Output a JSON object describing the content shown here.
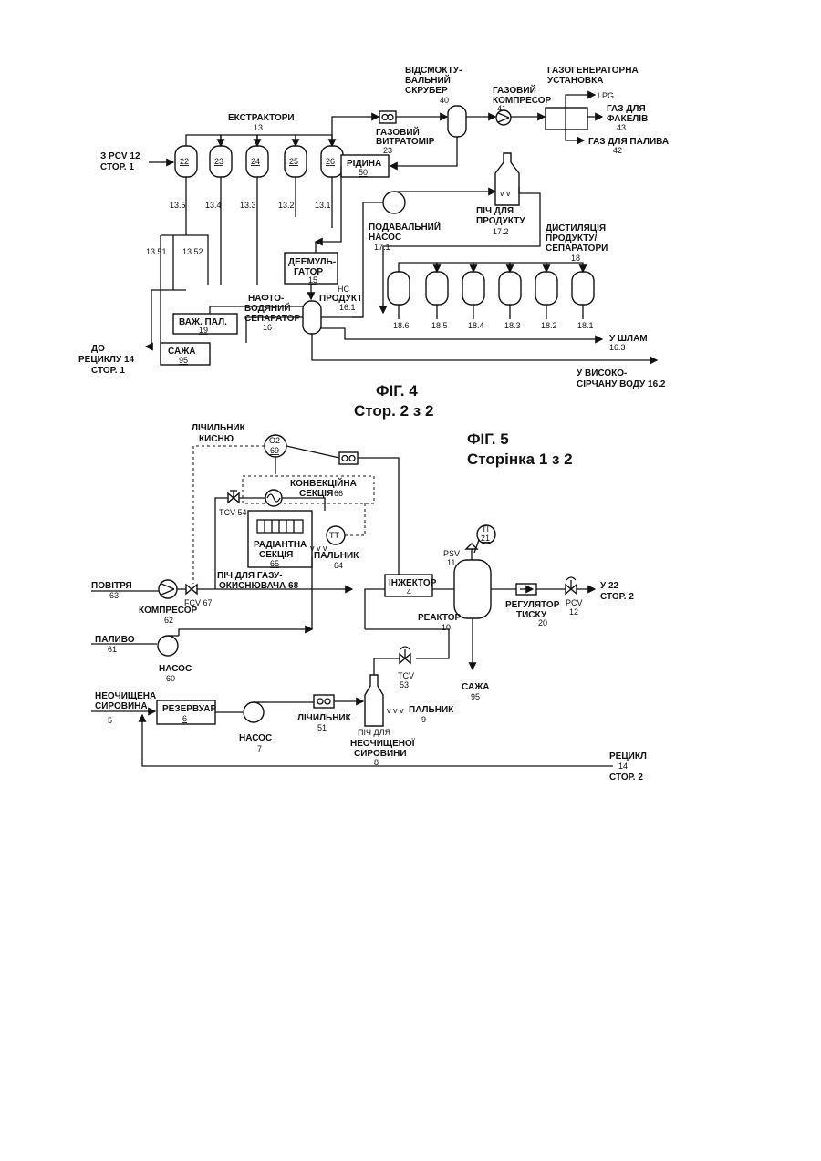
{
  "fig4": {
    "caption": "ФІГ. 4",
    "subcaption": "Стор. 2 з 2",
    "labels": {
      "from_pcv": "З PCV 12",
      "from_pcv_page": "СТОР. 1",
      "extractors": "ЕКСТРАКТОРИ",
      "extractors_num": "13",
      "scrubber1": "ВІДСМОКТУ-",
      "scrubber2": "ВАЛЬНИЙ",
      "scrubber3": "СКРУБЕР",
      "scrubber_num": "40",
      "gas_comp1": "ГАЗОВИЙ",
      "gas_comp2": "КОМПРЕСОР",
      "gas_comp_num": "41",
      "gasgen1": "ГАЗОГЕНЕРАТОРНА",
      "gasgen2": "УСТАНОВКА",
      "lpg": "LPG",
      "flare_gas": "ГАЗ ДЛЯ",
      "flare_gas2": "ФАКЕЛІВ",
      "flare_num": "43",
      "fuel_gas": "ГАЗ ДЛЯ ПАЛИВА",
      "fuel_num": "42",
      "gas_meter1": "ГАЗОВИЙ",
      "gas_meter2": "ВИТРАТОМІР",
      "gas_meter_num": "23",
      "liquid": "РІДИНА",
      "liquid_num": "50",
      "feed_pump1": "ПОДАВАЛЬНИЙ",
      "feed_pump2": "НАСОС",
      "feed_pump_num": "17.1",
      "product_furnace1": "ПІЧ ДЛЯ",
      "product_furnace2": "ПРОДУКТУ",
      "product_furnace_num": "17.2",
      "distill1": "ДИСТИЛЯЦІЯ",
      "distill2": "ПРОДУКТУ/",
      "distill3": "СЕПАРАТОРИ",
      "distill_num": "18",
      "demulsifier1": "ДЕЕМУЛЬ-",
      "demulsifier2": "ГАТОР",
      "demulsifier_num": "15",
      "hc": "НС",
      "product": "ПРОДУКТ",
      "product_num": "16.1",
      "sep1": "НАФТО-",
      "sep2": "ВОДЯНИЙ",
      "sep3": "СЕПАРАТОР",
      "sep_num": "16",
      "heavy_fuel": "ВАЖ. ПАЛ.",
      "heavy_fuel_num": "19",
      "soot": "САЖА",
      "soot_num": "95",
      "to_recycle1": "ДО",
      "to_recycle2": "РЕЦИКЛУ 14",
      "to_recycle3": "СТОР. 1",
      "to_sludge": "У ШЛАМ",
      "sludge_num": "16.3",
      "sour_water1": "У ВИСОКО-",
      "sour_water2": "СІРЧАНУ ВОДУ 16.2"
    },
    "extractors": [
      "22",
      "23",
      "24",
      "25",
      "26"
    ],
    "extractor_lines": [
      "13.5",
      "13.4",
      "13.3",
      "13.2",
      "13.1"
    ],
    "lines_low": [
      "13.51",
      "13.52"
    ],
    "separators": [
      "18.6",
      "18.5",
      "18.4",
      "18.3",
      "18.2",
      "18.1"
    ]
  },
  "fig5": {
    "caption": "ФІГ. 5",
    "subcaption": "Сторінка 1 з 2",
    "labels": {
      "oxygen_meter1": "ЛІЧИЛЬНИК",
      "oxygen_meter2": "КИСНЮ",
      "o2": "O2",
      "o2_num": "69",
      "convection1": "КОНВЕКЦІЙНА",
      "convection2": "СЕКЦІЯ",
      "convection_num": "66",
      "tcv54": "TCV 54",
      "radiant1": "РАДІАНТНА",
      "radiant2": "СЕКЦІЯ",
      "radiant_num": "65",
      "tt": "TT",
      "burner": "ПАЛЬНИК",
      "burner_num": "64",
      "air": "ПОВІТРЯ",
      "air_num": "63",
      "fcv": "FCV 67",
      "furnace_gas1": "ПІЧ ДЛЯ ГАЗУ-",
      "furnace_gas2": "ОКИСНЮВАЧА 68",
      "compressor": "КОМПРЕСОР",
      "compressor_num": "62",
      "injector": "ІНЖЕКТОР",
      "injector_num": "4",
      "psv": "PSV",
      "psv_num": "11",
      "ti": "TI",
      "ti_num": "21",
      "reactor": "РЕАКТОР",
      "reactor_num": "10",
      "pressure_reg1": "РЕГУЛЯТОР",
      "pressure_reg2": "ТИСКУ",
      "pressure_reg_num": "20",
      "pcv": "PCV",
      "pcv_num": "12",
      "to22": "У 22",
      "to22_page": "СТОР. 2",
      "fuel": "ПАЛИВО",
      "fuel_num": "61",
      "pump": "НАСОС",
      "pump_num": "60",
      "tcv": "TCV",
      "tcv_num": "53",
      "soot": "САЖА",
      "soot_num": "95",
      "raw1": "НЕОЧИЩЕНА",
      "raw2": "СИРОВИНА",
      "raw_num": "5",
      "tank": "РЕЗЕРВУАР",
      "tank_num": "6",
      "pump2": "НАСОС",
      "pump2_num": "7",
      "meter": "ЛІЧИЛЬНИК",
      "meter_num": "51",
      "raw_furnace1": "ПІЧ ДЛЯ",
      "raw_furnace2": "НЕОЧИЩЕНОЇ",
      "raw_furnace3": "СИРОВИНИ",
      "raw_furnace_num": "8",
      "burner2": "ПАЛЬНИК",
      "burner2_num": "9",
      "recycle": "РЕЦИКЛ",
      "recycle_num": "14",
      "recycle_page": "СТОР. 2"
    }
  }
}
